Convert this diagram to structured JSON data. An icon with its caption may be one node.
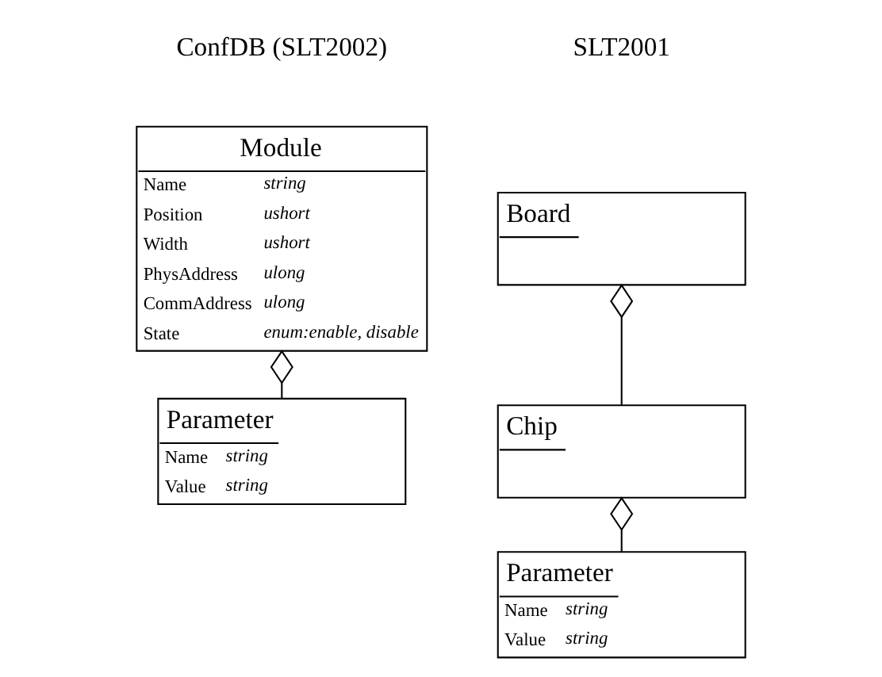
{
  "diagram": {
    "nodes": [
      {
        "text": [
          "Module",
          "Name",
          "string",
          "Position",
          "ushort",
          "Width",
          "ushort",
          "PhysAddress",
          "ulong",
          "CommAddress",
          "ulong",
          "State",
          "enum:enable, disable"
        ]
      },
      {
        "text": [
          "Parameter",
          "Name",
          "string",
          "Value",
          "string"
        ]
      },
      {
        "text": [
          "Board"
        ]
      },
      {
        "text": [
          "Chip"
        ]
      },
      {
        "text": [
          "Parameter",
          "Name",
          "string",
          "Value",
          "string"
        ]
      }
    ],
    "edges": [
      {
        "from": 0,
        "to": 1,
        "arrow": "other"
      },
      {
        "from": 2,
        "to": 3,
        "arrow": "other"
      },
      {
        "from": 3,
        "to": 4,
        "arrow": "other"
      }
    ],
    "labels": [
      "ConfDB (SLT2002)",
      "SLT2001"
    ]
  }
}
